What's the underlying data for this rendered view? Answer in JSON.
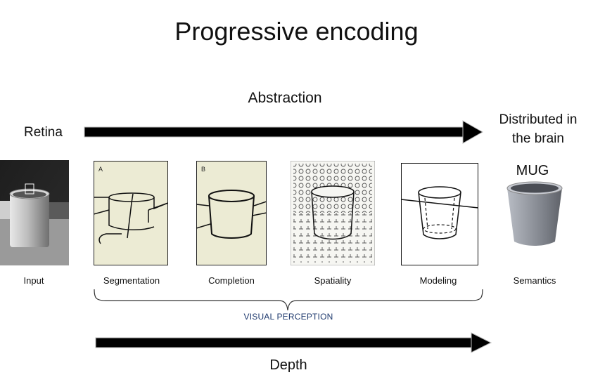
{
  "title": "Progressive encoding",
  "abstraction_label": "Abstraction",
  "retina_label": "Retina",
  "distributed_label": [
    "Distributed in",
    "the brain"
  ],
  "mug_label": "MUG",
  "panels": [
    {
      "label": "Input",
      "tag": ""
    },
    {
      "label": "Segmentation",
      "tag": "A"
    },
    {
      "label": "Completion",
      "tag": "B"
    },
    {
      "label": "Spatiality",
      "tag": ""
    },
    {
      "label": "Modeling",
      "tag": ""
    },
    {
      "label": "Semantics",
      "tag": ""
    }
  ],
  "visual_perception_label": "VISUAL PERCEPTION",
  "depth_label": "Depth",
  "colors": {
    "arrow": "#000000",
    "panel_paper": "#ecebd4",
    "visual_perception_text": "#1f3a6e",
    "mug_body": "#8e9198"
  }
}
